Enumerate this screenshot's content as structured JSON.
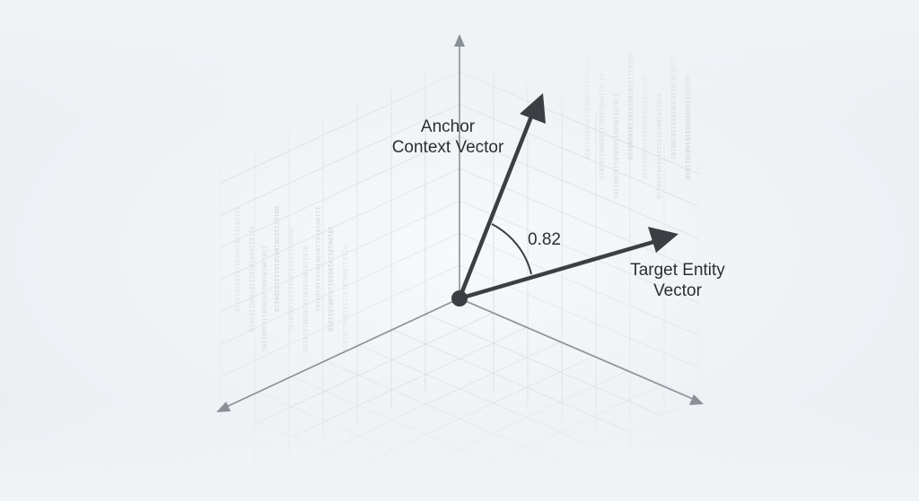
{
  "diagram": {
    "anchor_vector_label": [
      "Anchor",
      "Context Vector"
    ],
    "target_vector_label": [
      "Target Entity",
      "Vector"
    ],
    "angle_value": "0.82"
  },
  "colors": {
    "background": "#f1f4f7",
    "vector": "#3b3f44",
    "axis": "#8a9097",
    "grid": "#d7dde3",
    "binary_text": "#b8c0c8"
  },
  "binary_columns": [
    "1010010110100101101001011010",
    "0110110001010111010001101010",
    "1101001010011010101101001101",
    "0010111010100101011010100110",
    "1001010110101001011010010101",
    "0101101001010110101001010110",
    "1110010101101001010110100101"
  ]
}
